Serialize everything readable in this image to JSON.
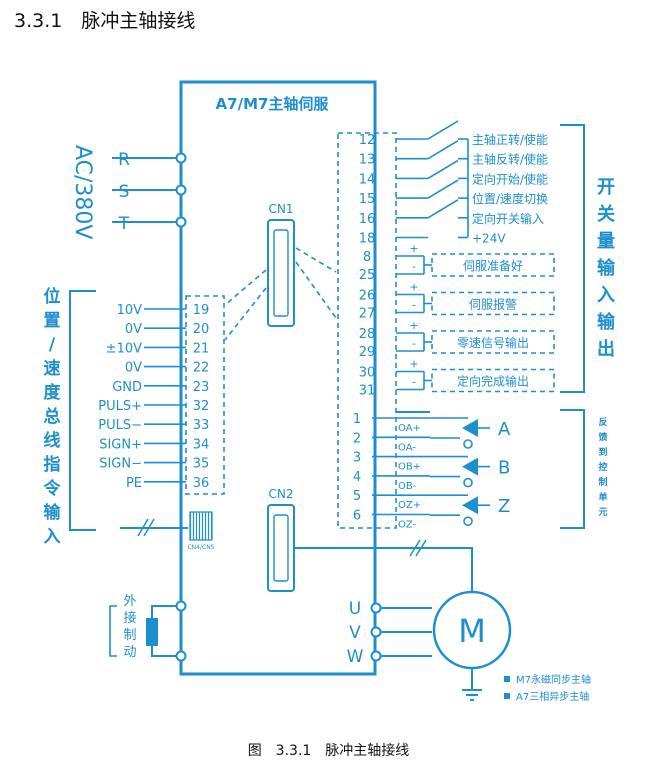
{
  "heading": "3.3.1　脉冲主轴接线",
  "caption": "图　3.3.1　脉冲主轴接线",
  "drive_title": "A7/M7主轴伺服",
  "power": {
    "label": "AC/380V",
    "terminals": [
      "R",
      "S",
      "T"
    ]
  },
  "connectors": {
    "cn1": "CN1",
    "cn2": "CN2",
    "cn4": "CN4/CN5"
  },
  "analog_group_label": "位置/速度总线指令输入",
  "analog_rows": [
    {
      "name": "10V",
      "pin": "19"
    },
    {
      "name": "0V",
      "pin": "20"
    },
    {
      "name": "±10V",
      "pin": "21"
    },
    {
      "name": "0V",
      "pin": "22"
    },
    {
      "name": "GND",
      "pin": "23"
    },
    {
      "name": "PULS+",
      "pin": "32"
    },
    {
      "name": "PULS−",
      "pin": "33"
    },
    {
      "name": "SIGN+",
      "pin": "34"
    },
    {
      "name": "SIGN−",
      "pin": "35"
    },
    {
      "name": "PE",
      "pin": "36"
    }
  ],
  "switch_inputs": [
    {
      "pin": "12",
      "label": "主轴正转/使能"
    },
    {
      "pin": "13",
      "label": "主轴反转/使能"
    },
    {
      "pin": "14",
      "label": "定向开始/使能"
    },
    {
      "pin": "15",
      "label": "位置/速度切换"
    },
    {
      "pin": "16",
      "label": "定向开关输入"
    },
    {
      "pin": "18",
      "label": "+24V"
    }
  ],
  "outputs": [
    {
      "pins": [
        "8",
        "25"
      ],
      "label": "伺服准备好"
    },
    {
      "pins": [
        "26",
        "27"
      ],
      "label": "伺服报警"
    },
    {
      "pins": [
        "28",
        "29"
      ],
      "label": "零速信号输出"
    },
    {
      "pins": [
        "30",
        "31"
      ],
      "label": "定向完成输出"
    }
  ],
  "feedback_pins": [
    "1",
    "2",
    "3",
    "4",
    "5",
    "6"
  ],
  "feedback_signals": [
    "OA+",
    "OA-",
    "OB+",
    "OB-",
    "OZ+",
    "OZ-"
  ],
  "feedback_channels": [
    "A",
    "B",
    "Z"
  ],
  "plus_sign": "+",
  "minus_sign": "-",
  "io_group_label": "开关量输入输出",
  "feedback_group_label": "反馈到控制单元",
  "brake_label": "外接制动",
  "motor_terminals": [
    "U",
    "V",
    "W"
  ],
  "motor_label": "M",
  "legend": [
    "M7永磁同步主轴",
    "A7三相异步主轴"
  ],
  "colors": {
    "blue": "#1e8fce"
  }
}
